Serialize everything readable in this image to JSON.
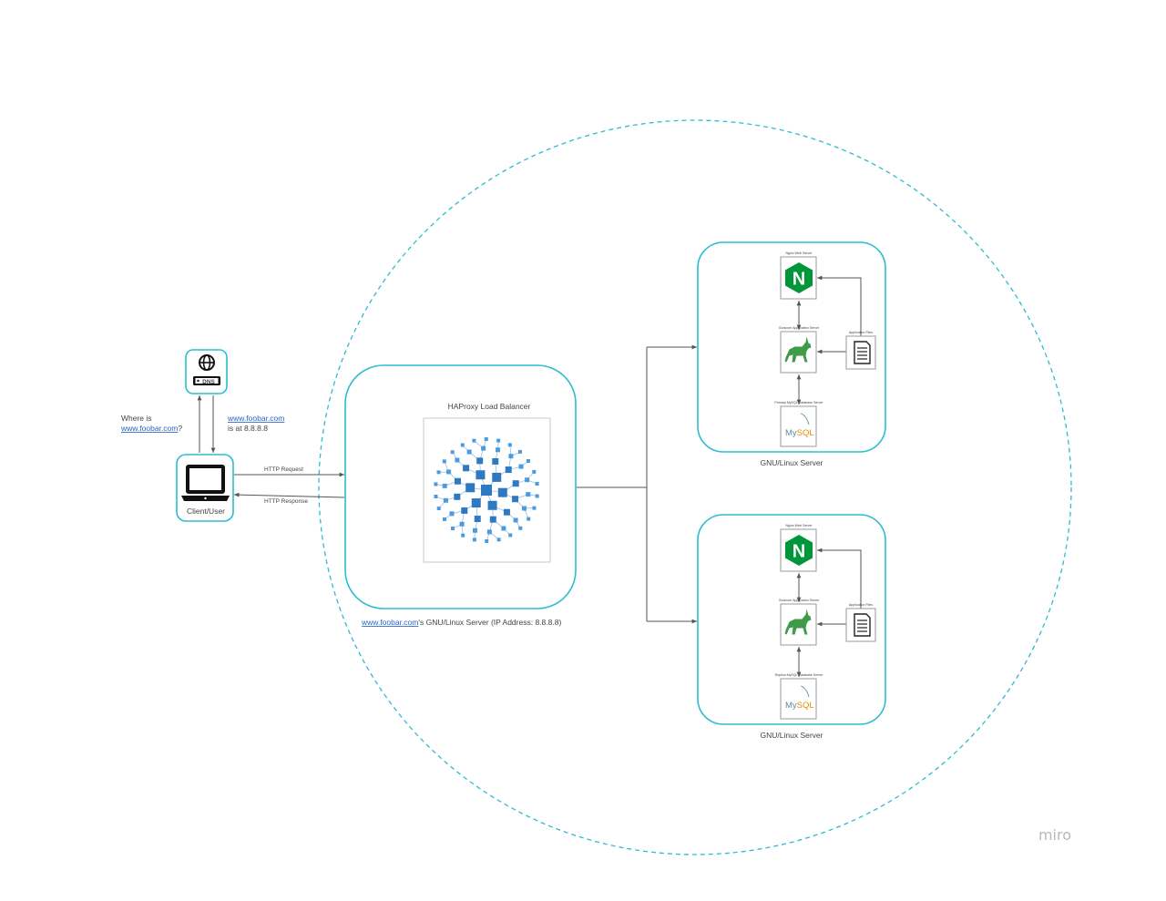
{
  "dns": {
    "icon": "globe-dns-icon",
    "label": "DNS"
  },
  "client": {
    "label": "Client/User",
    "icon": "laptop-icon",
    "question_line1": "Where is",
    "question_link": "www.foobar.com",
    "question_suffix": "?",
    "answer_link": "www.foobar.com",
    "answer_line2": "is at 8.8.8.8"
  },
  "flows": {
    "request": "HTTP Request",
    "response": "HTTP Response"
  },
  "load_balancer": {
    "title": "HAProxy Load Balancer",
    "icon": "haproxy-mesh-icon",
    "caption_link": "www.foobar.com",
    "caption_rest": "'s GNU/Linux Server (IP Address: 8.8.8.8)"
  },
  "servers": [
    {
      "label": "GNU/Linux Server",
      "web_label": "Nginx Web Server",
      "app_label": "Gunicorn Application Server",
      "files_label": "Application Files",
      "db_label": "Primary MySQL Database Server"
    },
    {
      "label": "GNU/Linux Server",
      "web_label": "Nginx Web Server",
      "app_label": "Gunicorn Application Server",
      "files_label": "Application Files",
      "db_label": "Replica MySQL Database Server"
    }
  ],
  "icons": {
    "web": "nginx-icon",
    "app": "gunicorn-unicorn-icon",
    "files": "document-icon",
    "db": "mysql-icon",
    "nginx_letter": "N",
    "mysql_text_my": "My",
    "mysql_text_sql": "SQL"
  },
  "colors": {
    "box_outline": "#2bbdd0",
    "dashed_circle": "#2bbdd0",
    "nginx_green": "#009639",
    "gunicorn_green": "#3f9b47",
    "haproxy_blue": "#2f79c2",
    "link_blue": "#2a63c9"
  },
  "watermark": "miro"
}
